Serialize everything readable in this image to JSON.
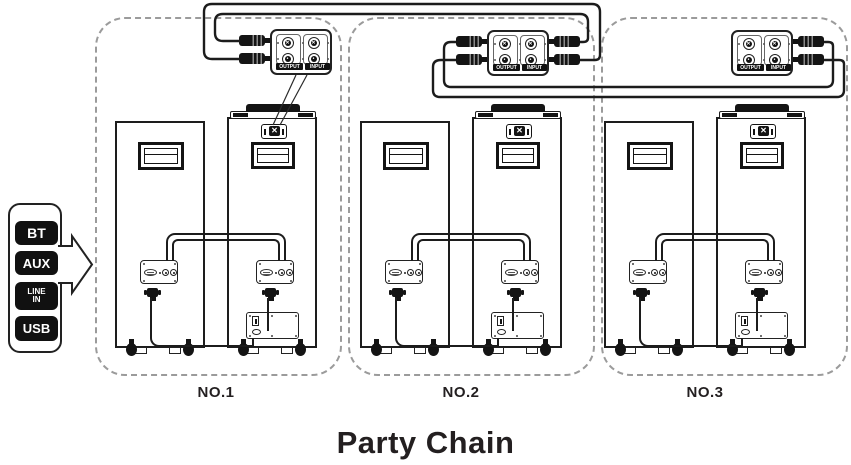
{
  "diagram": {
    "title": "Party Chain"
  },
  "source_selector": {
    "items": [
      {
        "label": "BT"
      },
      {
        "label": "AUX"
      },
      {
        "label": "LINE IN"
      },
      {
        "label": "USB"
      }
    ]
  },
  "systems": [
    {
      "label": "NO.1"
    },
    {
      "label": "NO.2"
    },
    {
      "label": "NO.3"
    }
  ],
  "connector_panel": {
    "output_label": "OUTPUT",
    "input_label": "INPUT"
  },
  "icons": {
    "rca_jack_top": "✕",
    "rca_jack_bottom": "•",
    "plate_cross": "✕"
  },
  "colors": {
    "line": "#1c1c1c",
    "dashed_box": "#9b9b9b",
    "badge_bg": "#111111",
    "background": "#ffffff"
  }
}
